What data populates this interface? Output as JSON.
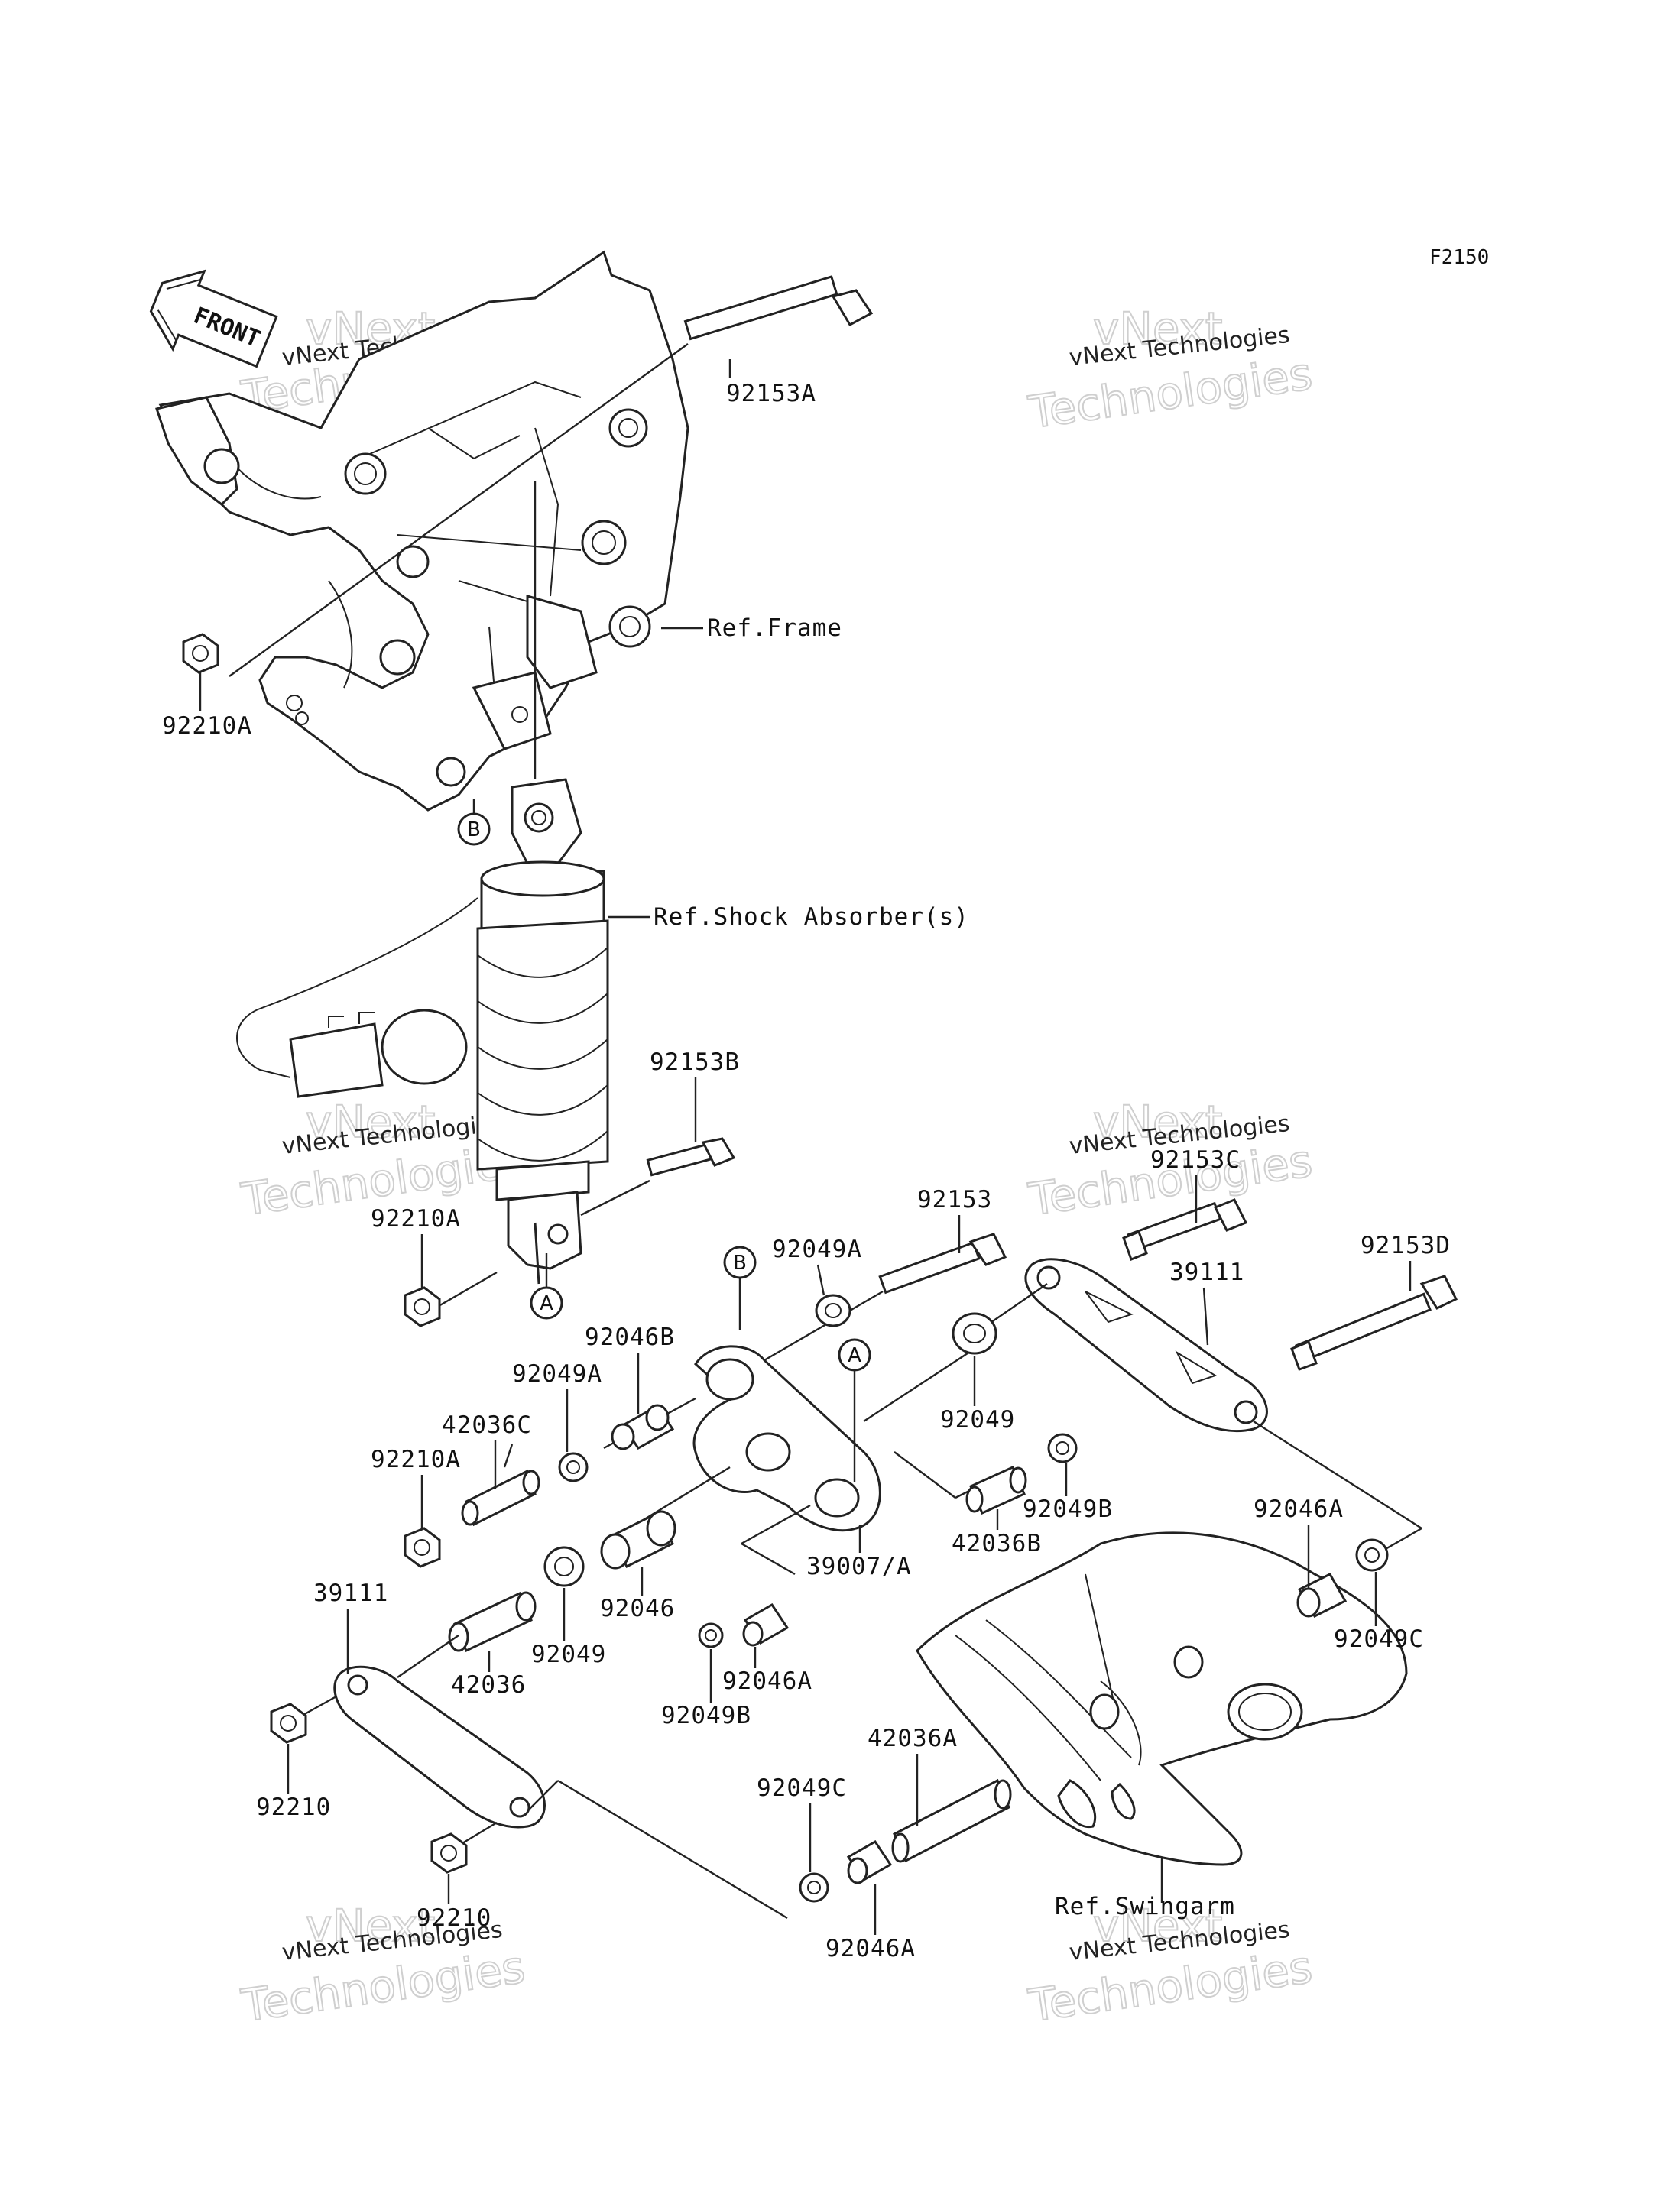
{
  "diagram": {
    "code": "F2150",
    "front_label": "FRONT",
    "refs": {
      "frame": "Ref.Frame",
      "shock": "Ref.Shock Absorber(s)",
      "swingarm": "Ref.Swingarm"
    },
    "circle_markers": {
      "a": "A",
      "b": "B"
    },
    "watermark": {
      "small": "vNext Technologies",
      "big1": "vNext",
      "big2": "Technologies"
    },
    "parts": {
      "p92153A": "92153A",
      "p92210A_1": "92210A",
      "p92153B": "92153B",
      "p92210A_2": "92210A",
      "p92153C": "92153C",
      "p92153": "92153",
      "p92153D": "92153D",
      "p92049A_1": "92049A",
      "p39111_r": "39111",
      "p92046B": "92046B",
      "p92049A_2": "92049A",
      "p42036C": "42036C",
      "p92210A_3": "92210A",
      "p92049_1": "92049",
      "p92049B_1": "92049B",
      "p42036B": "42036B",
      "p39007A": "39007/A",
      "p92046A_1": "92046A",
      "p92049C_1": "92049C",
      "p39111_l": "39111",
      "p92046": "92046",
      "p92049_2": "92049",
      "p42036": "42036",
      "p92046A_2": "92046A",
      "p92049B_2": "92049B",
      "p42036A": "42036A",
      "p92049C_2": "92049C",
      "p92046A_3": "92046A",
      "p92210_1": "92210",
      "p92210_2": "92210"
    }
  }
}
